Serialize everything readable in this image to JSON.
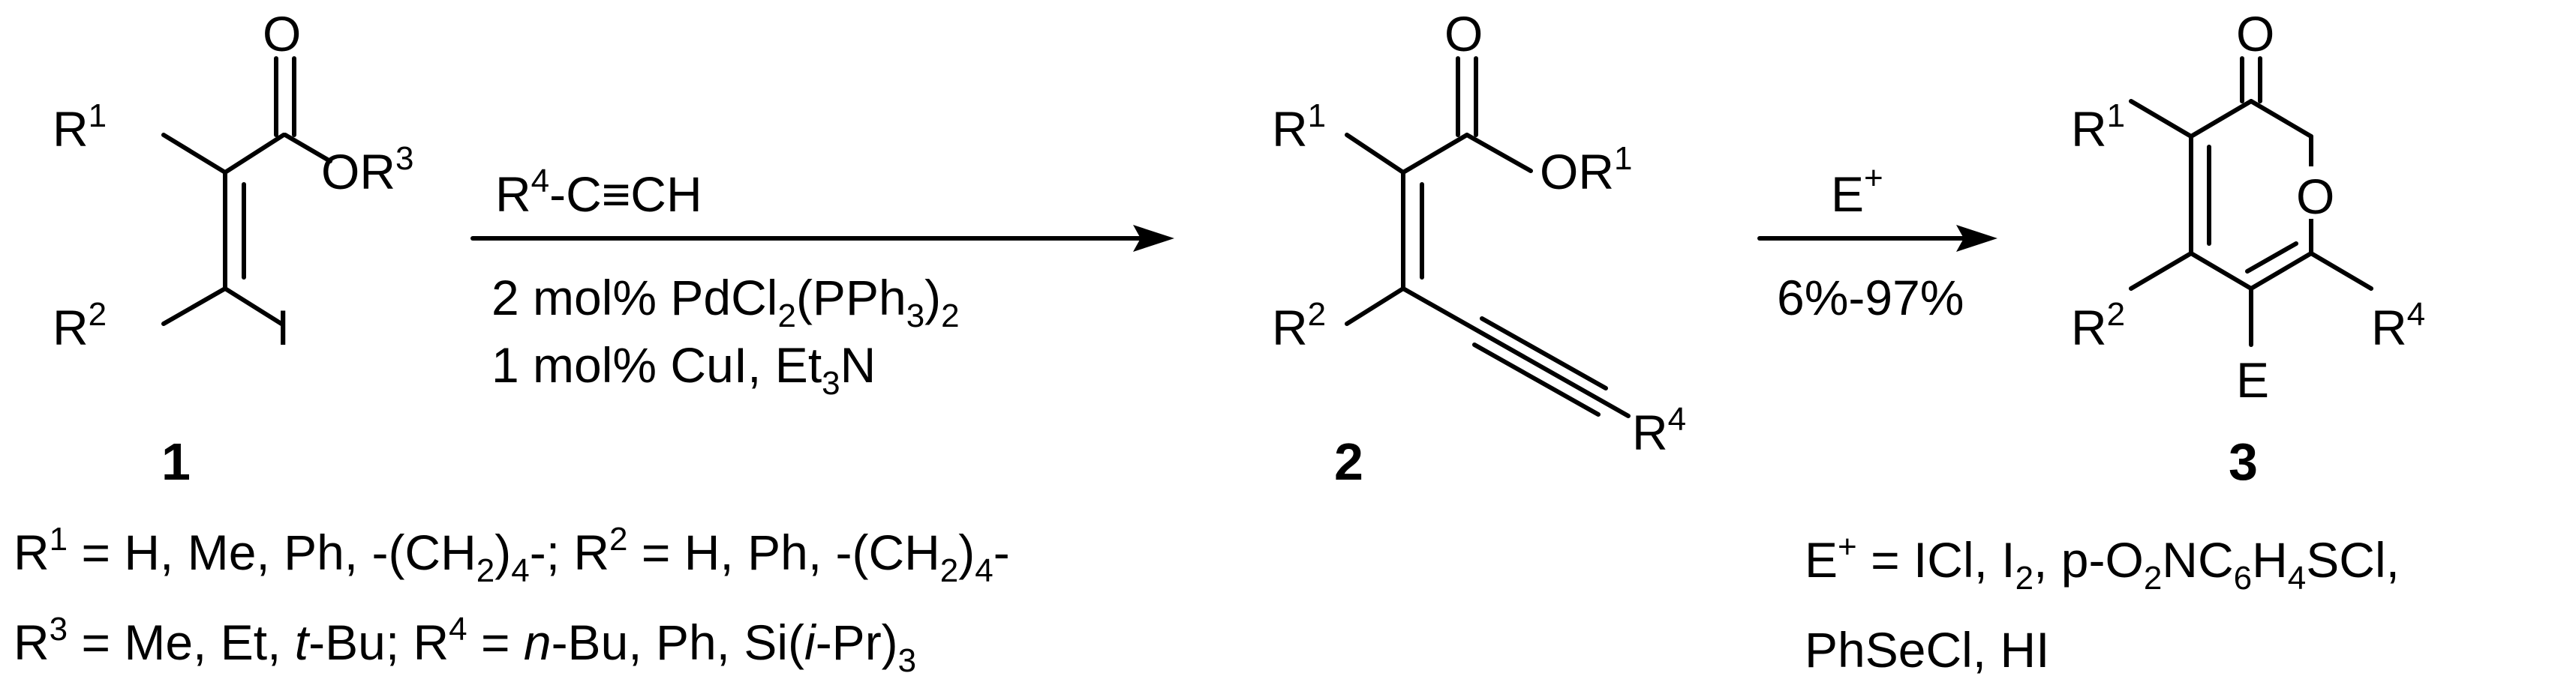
{
  "compound1": {
    "label": "1",
    "sub1": {
      "main": "R",
      "sup": "1"
    },
    "sub2": {
      "main": "R",
      "sup": "2"
    },
    "ester": {
      "main": "OR",
      "sup": "3"
    },
    "carbonyl_o": "O",
    "halide": "I"
  },
  "step1": {
    "reagent": {
      "r": "R",
      "sup": "4",
      "rest": "-C≡CH"
    },
    "cond1": {
      "a": "2 mol% PdCl",
      "sub1": "2",
      "b": "(PPh",
      "sub2": "3",
      "c": ")",
      "sub3": "2"
    },
    "cond2": {
      "a": "1 mol% CuI, Et",
      "sub": "3",
      "b": "N"
    }
  },
  "compound2": {
    "label": "2",
    "sub1": {
      "main": "R",
      "sup": "1"
    },
    "sub2": {
      "main": "R",
      "sup": "2"
    },
    "ester": {
      "main": "OR",
      "sup": "1"
    },
    "carbonyl_o": "O",
    "alkyne_sub": {
      "main": "R",
      "sup": "4"
    }
  },
  "step2": {
    "reagent": {
      "main": "E",
      "sup": "+"
    },
    "yield": "6%-97%"
  },
  "compound3": {
    "label": "3",
    "sub1": {
      "main": "R",
      "sup": "1"
    },
    "sub2": {
      "main": "R",
      "sup": "2"
    },
    "sub4": {
      "main": "R",
      "sup": "4"
    },
    "ring_o": "O",
    "carbonyl_o": "O",
    "e": "E"
  },
  "footnotes": {
    "line1": {
      "r1": "R",
      "r1sup": "1",
      "t1": " = H, Me, Ph, -(CH",
      "t1sub": "2",
      "t2": ")",
      "t2sub": "4",
      "t3": "-; R",
      "r2sup": "2",
      "t4": " = H, Ph, -(CH",
      "t4sub": "2",
      "t5": ")",
      "t5sub": "4",
      "t6": "-"
    },
    "line2": {
      "r3": "R",
      "r3sup": "3",
      "t1": " = Me, Et, ",
      "tbu": "t",
      "t2": "-Bu; R",
      "r4sup": "4",
      "t3": " = ",
      "nbu": "n",
      "t4": "-Bu, Ph, Si(",
      "ipr": "i",
      "t5": "-Pr)",
      "t5sub": "3"
    },
    "eplus": {
      "e": "E",
      "esup": "+",
      "t1": " = ICl, I",
      "t1sub": "2",
      "t2": ", p-O",
      "t2sub": "2",
      "t3": "NC",
      "t3sub": "6",
      "t4": "H",
      "t4sub": "4",
      "t5": "SCl,",
      "line2": "PhSeCl, HI"
    }
  }
}
